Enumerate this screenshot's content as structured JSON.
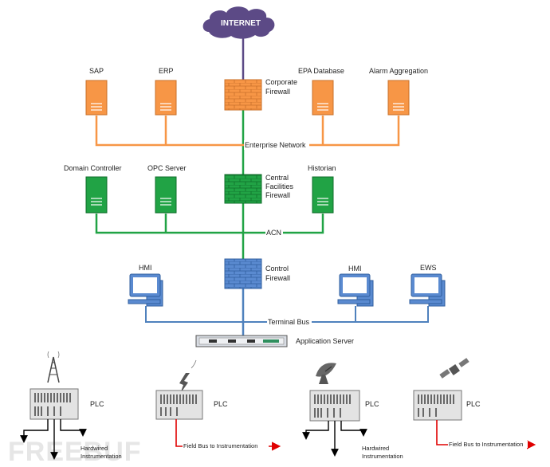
{
  "internet": {
    "label": "INTERNET"
  },
  "enterprise": {
    "servers": [
      "SAP",
      "ERP",
      "EPA Database",
      "Alarm Aggregation"
    ],
    "firewall": [
      "Corporate",
      "Firewall"
    ],
    "network": "Enterprise Network"
  },
  "facilities": {
    "servers": [
      "Domain Controller",
      "OPC Server",
      "Historian"
    ],
    "firewall": [
      "Central",
      "Facilities",
      "Firewall"
    ],
    "network": "ACN"
  },
  "control": {
    "firewall": [
      "Control",
      "Firewall"
    ],
    "workstations": [
      "HMI",
      "HMI",
      "EWS"
    ],
    "network": "Terminal Bus",
    "appserver": "Application Server"
  },
  "field": {
    "plc_label": "PLC",
    "hardwired": [
      "Hardwired",
      "Instrumentation"
    ],
    "fieldbus": "Field Bus to Instrumentation"
  },
  "watermark": "FREEBUF",
  "colors": {
    "orange": "#f79646",
    "green": "#21a345",
    "blue": "#4f81bd",
    "cloud": "#5c4a86",
    "red": "#e00000"
  }
}
